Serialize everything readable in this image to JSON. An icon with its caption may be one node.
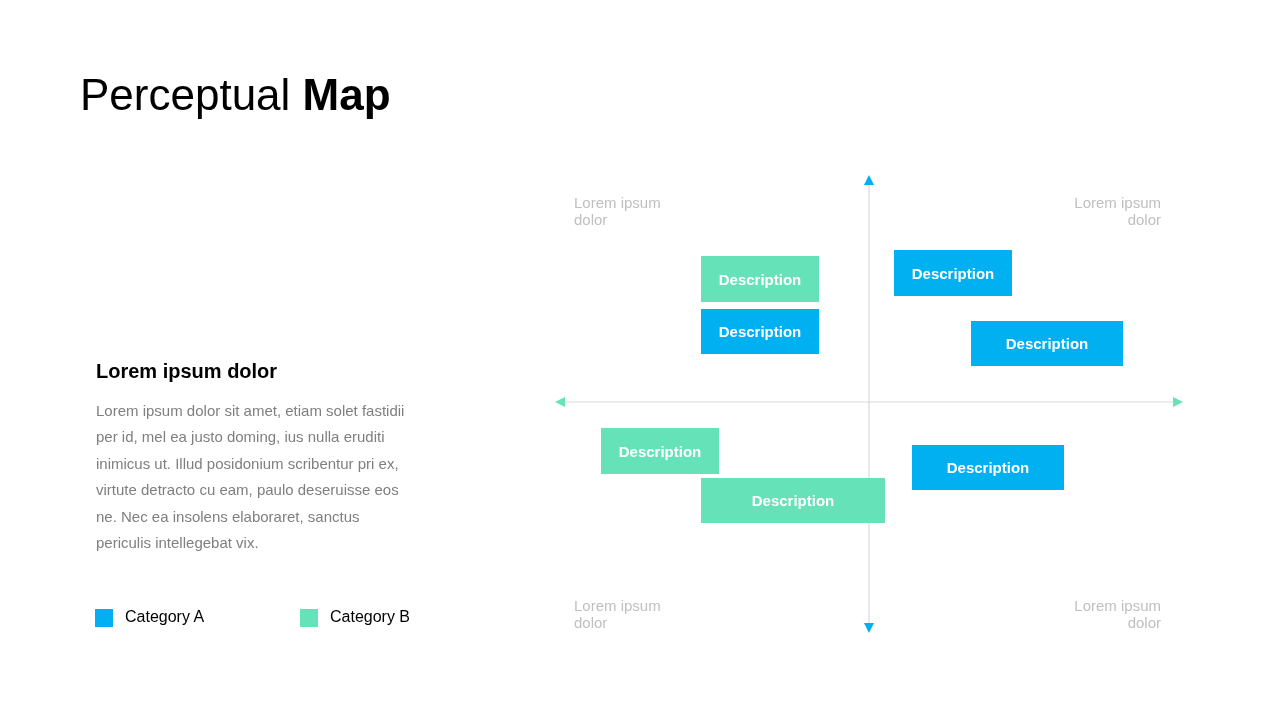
{
  "diagram": {
    "title": "Perceptual **Map**",
    "nodes": [
      {
        "text": [
          "Description"
        ]
      },
      {
        "text": [
          "Description"
        ]
      },
      {
        "text": [
          "Description"
        ]
      },
      {
        "text": [
          "Description"
        ]
      },
      {
        "text": [
          "Description"
        ]
      },
      {
        "text": [
          "Description"
        ]
      },
      {
        "text": [
          "Description"
        ]
      }
    ],
    "labels": [
      "Lorem ipsum dolor",
      "Lorem ipsum dolor",
      "Lorem ipsum dolor",
      "Lorem ipsum dolor sit amet, etiam solet fastidii per id, mel ea justo doming, ius nulla eruditi inimicus ut. Illud posidonium scribentur pri ex, virtute detracto cu eam, paulo deseruisse eos ne. Nec ea insolens elaboraret, sanctus periculis intellegebat vix.",
      "Lorem ipsum dolor",
      "Lorem ipsum dolor"
    ],
    "legend": [
      {
        "text": "Category A",
        "color": "#00b0f0"
      },
      {
        "text": "Category B",
        "color": "#66e2b8"
      }
    ]
  }
}
